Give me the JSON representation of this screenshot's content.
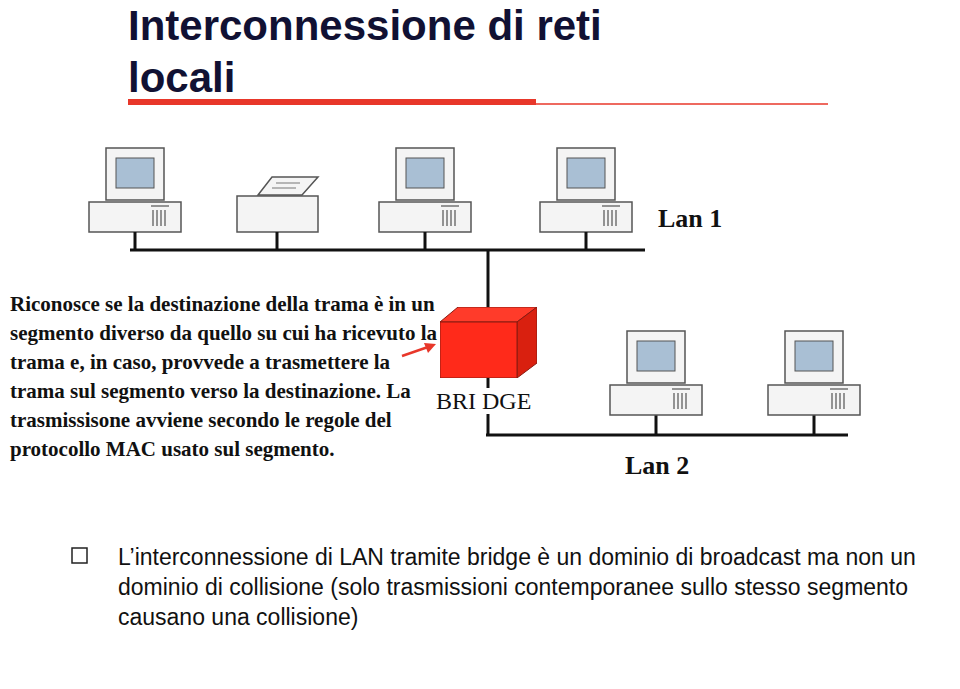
{
  "diagram": {
    "title": "Interconnessione di reti locali",
    "nodes": [
      {
        "text": [
          "BRI DGE"
        ]
      }
    ],
    "labels": [
      "Lan 1",
      "Lan 2",
      "Riconosce se la destinazione della trama è in un segmento diverso da quello su cui ha ricevuto la trama e, in caso, provvede a trasmettere la trama sul segmento verso la destinazione. La trasmissisone avviene secondo le regole del protocollo MAC usato sul segmento.",
      "L’interconnessione di LAN tramite bridge è un dominio di broadcast ma non un dominio di collisione (solo trasmissioni contemporanee sullo stesso segmento causano una collisione)"
    ]
  }
}
